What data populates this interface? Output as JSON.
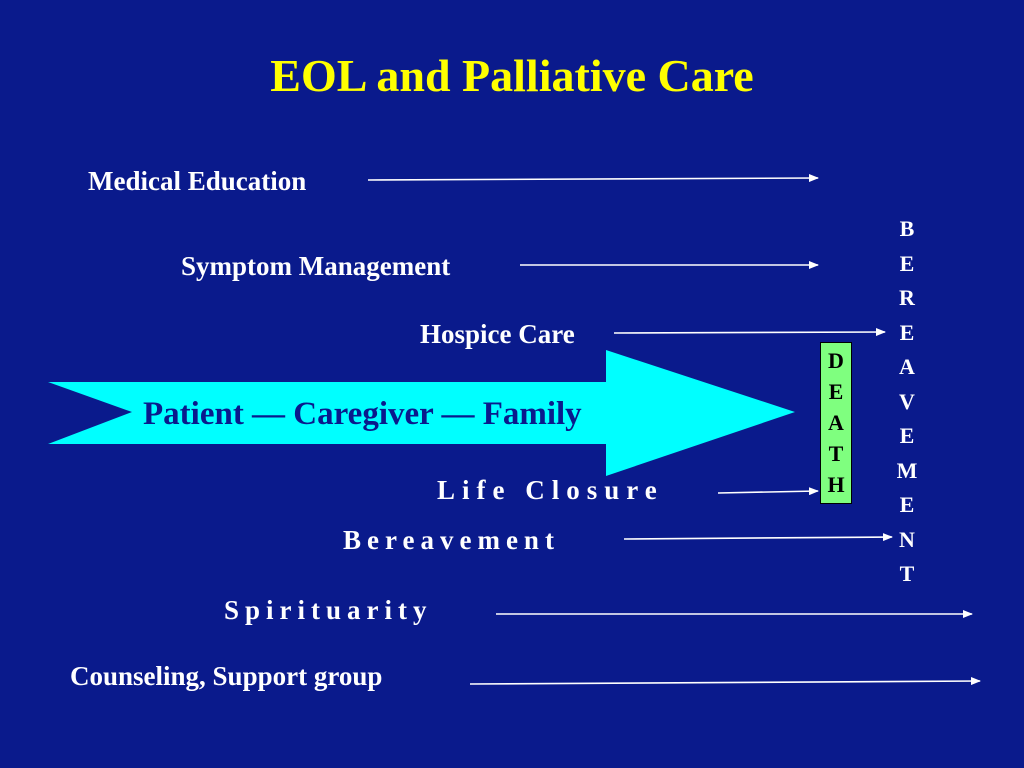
{
  "title": "EOL and Palliative Care",
  "labels": {
    "medical_education": "Medical Education",
    "symptom_management": "Symptom Management",
    "hospice_care": "Hospice Care",
    "life_closure": "Life  Closure",
    "bereavement": "Bereavement",
    "spirituarity": "Spirituarity",
    "counseling": "Counseling, Support group"
  },
  "arrow_text": "Patient — Caregiver — Family",
  "death_letters": [
    "D",
    "E",
    "A",
    "T",
    "H"
  ],
  "bereavement_letters": [
    "B",
    "E",
    "R",
    "E",
    "A",
    "V",
    "E",
    "M",
    "E",
    "N",
    "T"
  ],
  "colors": {
    "background": "#0a1a8c",
    "title": "#ffff00",
    "text": "#ffffff",
    "big_arrow": "#00ffff",
    "death_box": "#7fff7f"
  }
}
